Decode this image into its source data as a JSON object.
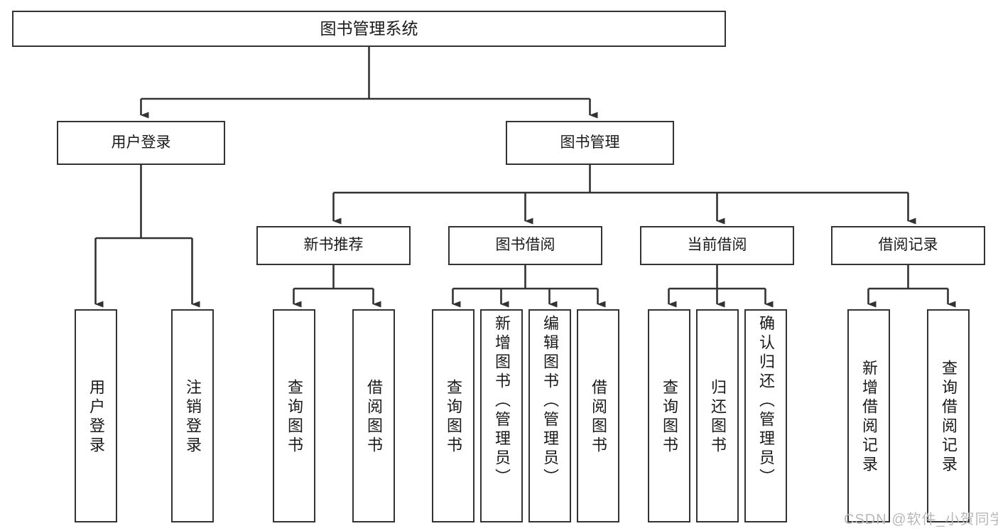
{
  "diagram": {
    "type": "tree",
    "title": "图书管理系统",
    "watermark": "CSDN @软件_小贺同学",
    "colors": {
      "background": "#ffffff",
      "box_border": "#333333",
      "box_fill": "#ffffff",
      "text": "#1a1a1a",
      "connector": "#333333",
      "watermark": "#b9b9b9"
    },
    "levels": {
      "root": [
        "图书管理系统"
      ],
      "level2": [
        "用户登录",
        "图书管理"
      ],
      "level3": [
        "新书推荐",
        "图书借阅",
        "当前借阅",
        "借阅记录"
      ],
      "leaves": [
        "用户登录",
        "注销登录",
        "查询图书",
        "借阅图书",
        "查询图书",
        "新增图书（管理员）",
        "编辑图书（管理员）",
        "借阅图书",
        "查询图书",
        "归还图书",
        "确认归还（管理员）",
        "新增借阅记录",
        "查询借阅记录"
      ]
    },
    "nodes": {
      "root": {
        "label": "图书管理系统"
      },
      "user_login": {
        "label": "用户登录"
      },
      "book_manage": {
        "label": "图书管理"
      },
      "new_book_rec": {
        "label": "新书推荐"
      },
      "book_borrow": {
        "label": "图书借阅"
      },
      "current_borrow": {
        "label": "当前借阅"
      },
      "borrow_record": {
        "label": "借阅记录"
      },
      "leaf_user_login": {
        "label": "用户登录"
      },
      "leaf_logout": {
        "label": "注销登录"
      },
      "leaf_query_book_1": {
        "label": "查询图书"
      },
      "leaf_borrow_book_1": {
        "label": "借阅图书"
      },
      "leaf_query_book_2": {
        "label": "查询图书"
      },
      "leaf_add_book": {
        "label": "新增图书（管理员）"
      },
      "leaf_edit_book": {
        "label": "编辑图书（管理员）"
      },
      "leaf_borrow_book_2": {
        "label": "借阅图书"
      },
      "leaf_query_book_3": {
        "label": "查询图书"
      },
      "leaf_return_book": {
        "label": "归还图书"
      },
      "leaf_confirm_return": {
        "label": "确认归还（管理员）"
      },
      "leaf_add_record": {
        "label": "新增借阅记录"
      },
      "leaf_query_record": {
        "label": "查询借阅记录"
      }
    },
    "edges": [
      {
        "from": "root",
        "to": "user_login"
      },
      {
        "from": "root",
        "to": "book_manage"
      },
      {
        "from": "user_login",
        "to": "leaf_user_login"
      },
      {
        "from": "user_login",
        "to": "leaf_logout"
      },
      {
        "from": "book_manage",
        "to": "new_book_rec"
      },
      {
        "from": "book_manage",
        "to": "book_borrow"
      },
      {
        "from": "book_manage",
        "to": "current_borrow"
      },
      {
        "from": "book_manage",
        "to": "borrow_record"
      },
      {
        "from": "new_book_rec",
        "to": "leaf_query_book_1"
      },
      {
        "from": "new_book_rec",
        "to": "leaf_borrow_book_1"
      },
      {
        "from": "book_borrow",
        "to": "leaf_query_book_2"
      },
      {
        "from": "book_borrow",
        "to": "leaf_add_book"
      },
      {
        "from": "book_borrow",
        "to": "leaf_edit_book"
      },
      {
        "from": "book_borrow",
        "to": "leaf_borrow_book_2"
      },
      {
        "from": "current_borrow",
        "to": "leaf_query_book_3"
      },
      {
        "from": "current_borrow",
        "to": "leaf_return_book"
      },
      {
        "from": "current_borrow",
        "to": "leaf_confirm_return"
      },
      {
        "from": "borrow_record",
        "to": "leaf_add_record"
      },
      {
        "from": "borrow_record",
        "to": "leaf_query_record"
      }
    ]
  }
}
